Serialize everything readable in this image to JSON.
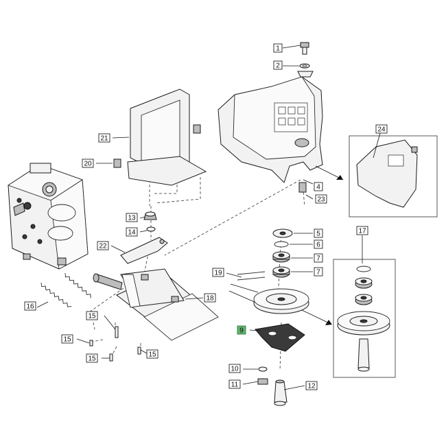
{
  "callouts": [
    {
      "id": "c1",
      "label": "1"
    },
    {
      "id": "c2",
      "label": "2"
    },
    {
      "id": "c4",
      "label": "4"
    },
    {
      "id": "c5",
      "label": "5"
    },
    {
      "id": "c6",
      "label": "6"
    },
    {
      "id": "c7a",
      "label": "7"
    },
    {
      "id": "c7b",
      "label": "7"
    },
    {
      "id": "c9",
      "label": "9",
      "highlight": true
    },
    {
      "id": "c10",
      "label": "10"
    },
    {
      "id": "c11",
      "label": "11"
    },
    {
      "id": "c12",
      "label": "12"
    },
    {
      "id": "c13",
      "label": "13"
    },
    {
      "id": "c14",
      "label": "14"
    },
    {
      "id": "c15a",
      "label": "15"
    },
    {
      "id": "c15b",
      "label": "15"
    },
    {
      "id": "c15c",
      "label": "15"
    },
    {
      "id": "c15d",
      "label": "15"
    },
    {
      "id": "c16",
      "label": "16"
    },
    {
      "id": "c17",
      "label": "17"
    },
    {
      "id": "c18",
      "label": "18"
    },
    {
      "id": "c19",
      "label": "19"
    },
    {
      "id": "c20",
      "label": "20"
    },
    {
      "id": "c21",
      "label": "21"
    },
    {
      "id": "c22",
      "label": "22"
    },
    {
      "id": "c23",
      "label": "23"
    },
    {
      "id": "c24",
      "label": "24"
    }
  ],
  "colors": {
    "highlight": "#5fb36a",
    "line": "#111111"
  }
}
